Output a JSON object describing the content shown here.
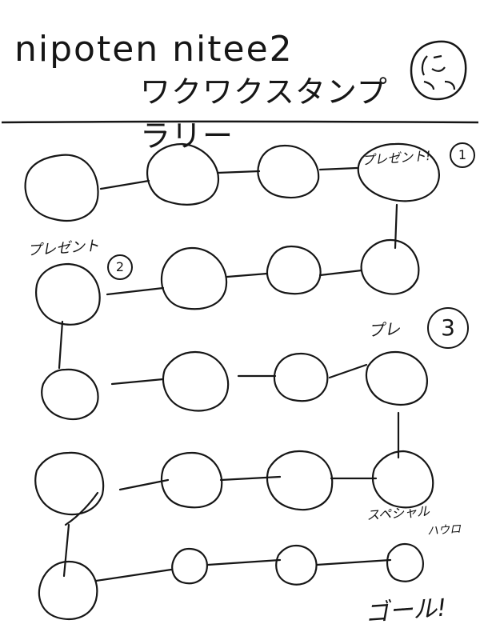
{
  "title": {
    "line1": "nipoten nitee2",
    "line2": "ワクワクスタンプラリー"
  },
  "logo": {
    "text": "に",
    "icon": "face-icon"
  },
  "annotations": {
    "present1": "プレゼント!",
    "present1_num": "1",
    "present2": "プレゼント",
    "present2_num": "2",
    "present3": "プレ",
    "present3_num": "3",
    "special": "スペシャル",
    "special2": "ハウロ",
    "goal": "ゴール!"
  },
  "stamp_rows": [
    {
      "row": 1,
      "stamps": 4
    },
    {
      "row": 2,
      "stamps": 4
    },
    {
      "row": 3,
      "stamps": 4
    },
    {
      "row": 4,
      "stamps": 4
    },
    {
      "row": 5,
      "stamps": 4
    }
  ]
}
